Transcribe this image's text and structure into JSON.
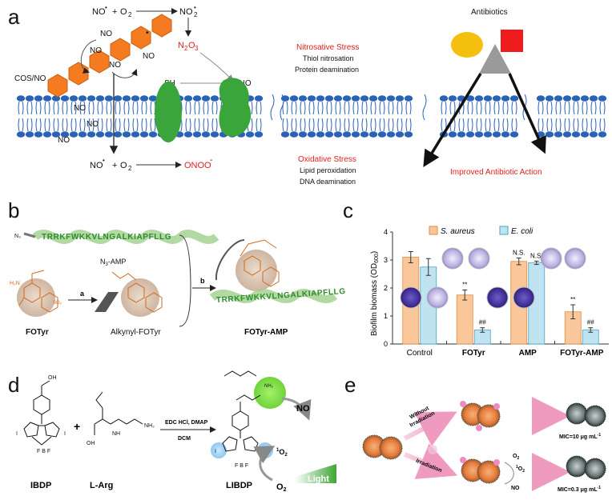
{
  "panel_a": {
    "label": "a",
    "cos_no": "COS/NO",
    "no_radical": "NO",
    "o2": "O",
    "no2_radical": "NO",
    "n2o3": "N",
    "sh": "SH",
    "sno": "SNO",
    "nitrosative_title": "Nitrosative Stress",
    "nitrosative_line1": "Thiol nitrosation",
    "nitrosative_line2": "Protein deamination",
    "oxidative_title": "Oxidative Stress",
    "oxidative_line1": "Lipid peroxidation",
    "oxidative_line2": "DNA deamination",
    "antibiotics": "Antibiotics",
    "improved_action": "Improved Antibiotic Action",
    "onoo": "ONOO",
    "plus": "+",
    "colors": {
      "hexagon": "#f47b20",
      "membrane": "#2a62b8",
      "protein": "#3aa53a",
      "antibiotic_circle": "#f5bf0f",
      "antibiotic_square": "#ee1c1c",
      "antibiotic_triangle": "#9a9a9a",
      "accent_red": "#e02020"
    }
  },
  "panel_b": {
    "label": "b",
    "sequence": "TRRKFWKKVLNGALKIAPFLLG",
    "n3_amp": "N",
    "fotyr": "FOTyr",
    "alkynyl_fotyr": "Alkynyl-FOTyr",
    "fotyr_amp": "FOTyr-AMP",
    "step_a": "a",
    "step_b": "b"
  },
  "panel_c": {
    "label": "c",
    "legend_s": "S. aureus",
    "legend_e": "E. coli",
    "ylabel": "Biofilm biomass (OD",
    "ylabel_sub": "600",
    "ns": "N.S.",
    "star": "**",
    "hash": "##",
    "ticks": [
      "0",
      "1",
      "2",
      "3",
      "4"
    ]
  },
  "chart_data": {
    "type": "bar",
    "categories": [
      "Control",
      "FOTyr",
      "AMP",
      "FOTyr-AMP"
    ],
    "series": [
      {
        "name": "S. aureus",
        "values": [
          3.1,
          1.75,
          2.95,
          1.15
        ],
        "errors": [
          0.2,
          0.18,
          0.12,
          0.25
        ],
        "color": "#f9c79a"
      },
      {
        "name": "E. coli",
        "values": [
          2.75,
          0.5,
          2.9,
          0.5
        ],
        "errors": [
          0.3,
          0.08,
          0.06,
          0.08
        ],
        "color": "#bfe3f0"
      }
    ],
    "annotations": [
      {
        "category": "FOTyr",
        "series": "S. aureus",
        "text": "**"
      },
      {
        "category": "FOTyr",
        "series": "E. coli",
        "text": "##"
      },
      {
        "category": "AMP",
        "series": "S. aureus",
        "text": "N.S."
      },
      {
        "category": "AMP",
        "series": "E. coli",
        "text": "N.S."
      },
      {
        "category": "FOTyr-AMP",
        "series": "S. aureus",
        "text": "**"
      },
      {
        "category": "FOTyr-AMP",
        "series": "E. coli",
        "text": "##"
      }
    ],
    "ylim": [
      0,
      4
    ],
    "ylabel": "Biofilm biomass (OD600)",
    "legend": "top"
  },
  "panel_d": {
    "label": "d",
    "ibdp": "IBDP",
    "l_arg": "L-Arg",
    "libdp": "LIBDP",
    "reagent1": "EDC HCl, DMAP",
    "reagent2": "DCM",
    "no": "NO",
    "singlet_o2": "O",
    "o2": "O",
    "light": "Light",
    "plus": "+"
  },
  "panel_e": {
    "label": "e",
    "without_irradiation_1": "Without",
    "without_irradiation_2": "Irradiation",
    "irradiation": "Irradiation",
    "o2": "O",
    "singlet_o2": "O",
    "no": "NO",
    "mic1": "MIC=10 μg mL",
    "mic2": "MIC=0.3 μg mL",
    "mic_exp": "-1"
  }
}
